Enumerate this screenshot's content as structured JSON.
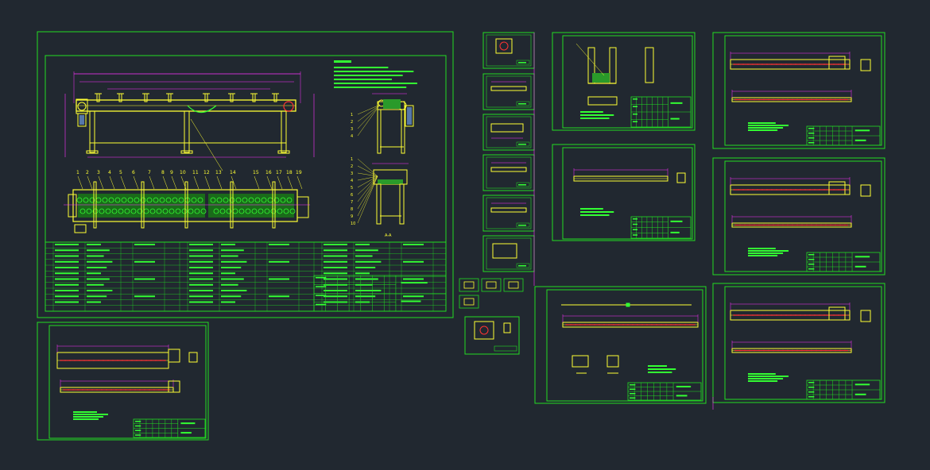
{
  "viewer": {
    "background": "#212830",
    "frame_color": "#22dd22",
    "drawing_color": "#ffff33",
    "dimension_color": "#ff33ff",
    "hatch_color": "#33ff33",
    "accent_red": "#ff3333",
    "text_white": "#ffffff"
  },
  "main_drawing": {
    "part_numbers": [
      "1",
      "2",
      "3",
      "4",
      "5",
      "6",
      "7",
      "8",
      "9",
      "10",
      "11",
      "12",
      "13",
      "14",
      "15",
      "16",
      "17",
      "18",
      "19"
    ],
    "side_callouts_top": [
      "1",
      "2",
      "3",
      "4"
    ],
    "side_callouts_bottom": [
      "1",
      "2",
      "3",
      "4",
      "5",
      "6",
      "7",
      "8",
      "9",
      "10"
    ]
  },
  "sheets": [
    {
      "id": "main-assembly"
    },
    {
      "id": "lower-left-sheet"
    },
    {
      "id": "detail-sheet-1"
    },
    {
      "id": "detail-sheet-2"
    },
    {
      "id": "detail-sheet-3"
    },
    {
      "id": "right-sheet-1"
    },
    {
      "id": "right-sheet-2"
    },
    {
      "id": "right-sheet-3"
    },
    {
      "id": "mid-sheet-bottom"
    }
  ]
}
